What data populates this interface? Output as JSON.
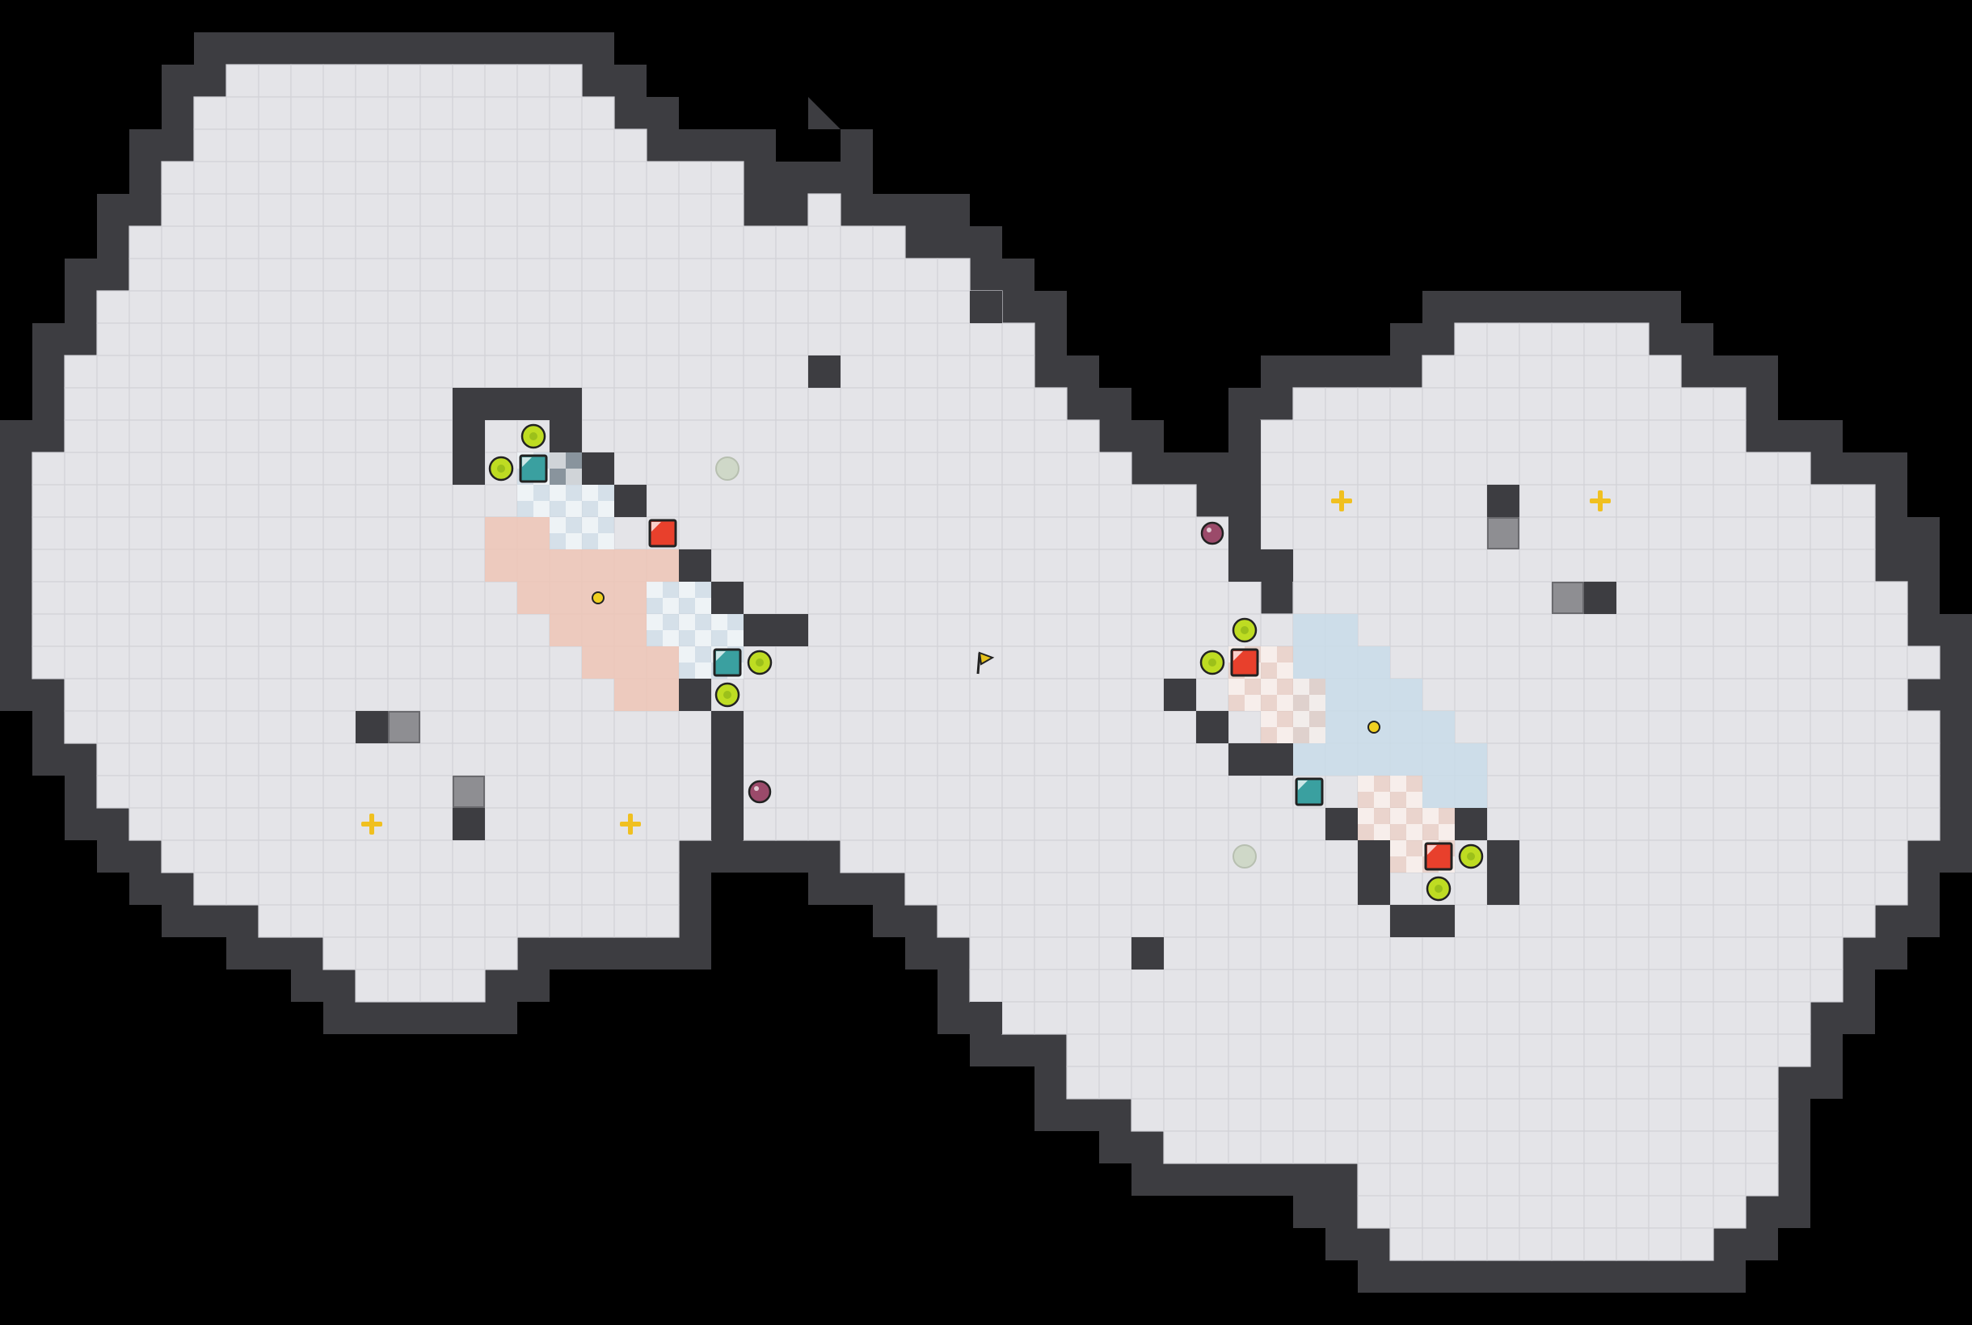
{
  "game": {
    "type": "top-down tile puzzle map",
    "rooms": [
      "left-arena",
      "right-arena"
    ],
    "colors": {
      "background": "#000000",
      "floor": "#e4e4e8",
      "grid_line": "#d2d2d7",
      "wall": "#3d3d41",
      "red_zone": "#efc6b6",
      "blue_zone": "#c9dce9",
      "red_team": "#e8402c",
      "blue_team": "#3aa0a0",
      "orb": "#bedc22",
      "powerup": "#f0c020",
      "bomb": "#9b4a6a",
      "flag": "#e6c21a"
    },
    "icons": {
      "flag": "yellow-flag-icon",
      "tile_red": "red-tile-icon",
      "tile_blue": "teal-tile-icon",
      "orb": "green-orb-icon",
      "powerup": "yellow-plus-icon",
      "bomb": "purple-bomb-icon",
      "spawn_marker": "spawn-circle-icon",
      "mine": "small-yellow-dot-icon",
      "grate": "grate-icon",
      "block": "dark-block-icon"
    }
  }
}
